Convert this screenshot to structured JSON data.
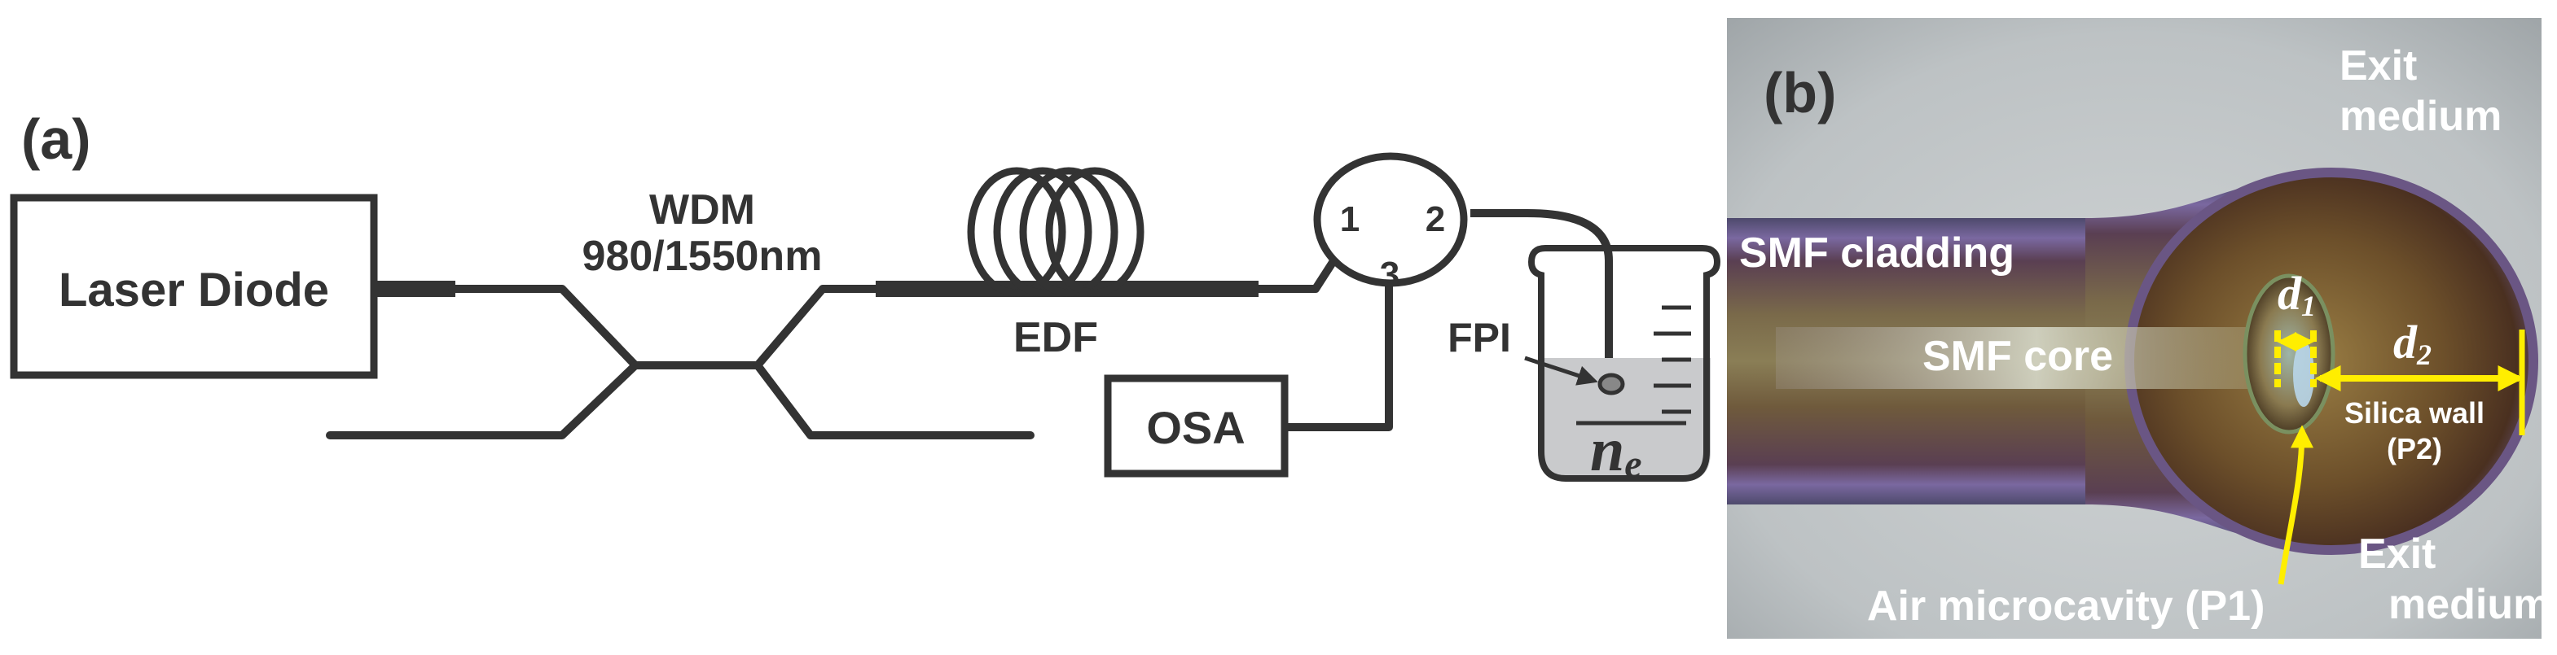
{
  "panel_a": {
    "tag": "(a)",
    "laser": "Laser Diode",
    "wdm_name": "WDM",
    "wdm_band": "980/1550nm",
    "edf": "EDF",
    "port1": "1",
    "port2": "2",
    "port3": "3",
    "osa": "OSA",
    "fpi": "FPI",
    "ne_main": "n",
    "ne_sub": "e"
  },
  "panel_b": {
    "tag": "(b)",
    "exit_top_1": "Exit",
    "exit_top_2": "medium",
    "cladding": "SMF cladding",
    "core": "SMF core",
    "d1_main": "d",
    "d1_sub": "1",
    "d2_main": "d",
    "d2_sub": "2",
    "silica_1": "Silica wall",
    "silica_2": "(P2)",
    "exit_bot_1": "Exit",
    "exit_bot_2": "medium",
    "air": "Air microcavity (P1)"
  },
  "colors": {
    "line": "#333333",
    "annotation": "#ffee00",
    "photo_bg": "#c4c9cb",
    "fiber_dark": "#4a2b1c",
    "cladding_purple": "#6f5a8c",
    "liquid": "#c9cacc"
  }
}
